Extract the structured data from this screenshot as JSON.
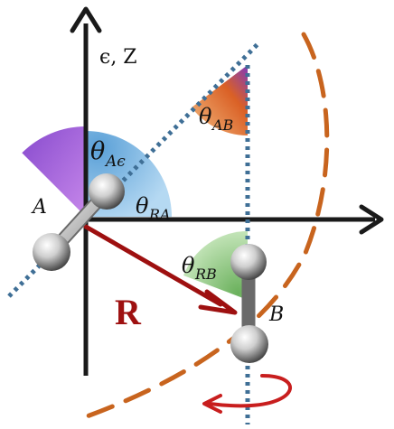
{
  "labels": {
    "axis_label": "ϵ, Z",
    "molecule_a": "A",
    "molecule_b": "B",
    "vector_r": "R",
    "theta": "θ",
    "sub_a_eps": "Aϵ",
    "sub_ra": "RA",
    "sub_ab": "AB",
    "sub_rb": "RB"
  },
  "colors": {
    "axis": "#1a1a1a",
    "dotted_axis": "#3f6f96",
    "dashed_arc": "#c8641e",
    "vector_r": "#9e1010",
    "rotation_arrow": "#c81e1e",
    "wedge_purple": "#8a3fc0",
    "wedge_blue": "#5aa6dc",
    "wedge_green": "#8cc07a",
    "wedge_orange": "#e0781e"
  }
}
